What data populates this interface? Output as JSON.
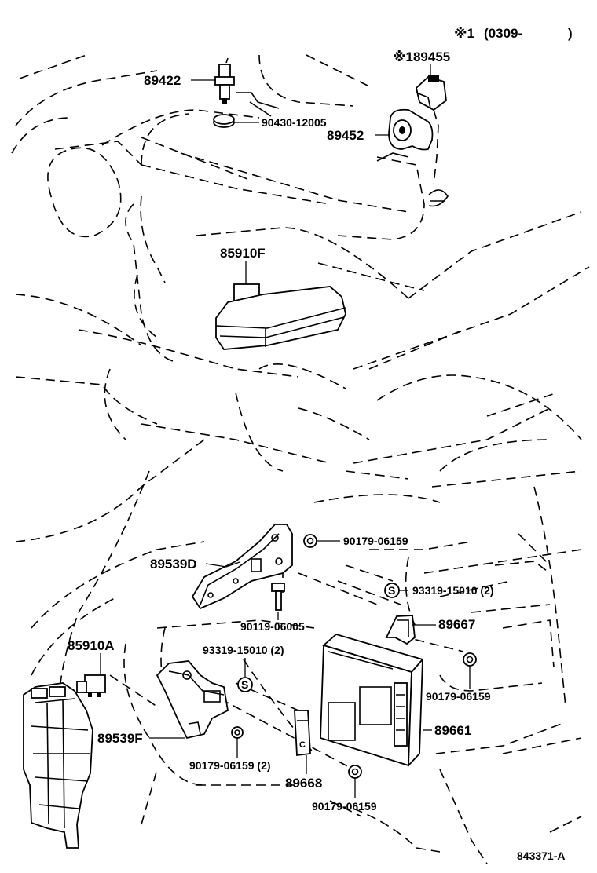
{
  "header_note": {
    "mark": "※1",
    "range": "(0309-",
    "close": ")"
  },
  "parts": {
    "p_189455": "※189455",
    "p_89422": "89422",
    "p_90430_12005": "90430-12005",
    "p_89452": "89452",
    "p_85910F": "85910F",
    "p_90179_06159_a": "90179-06159",
    "p_89539D": "89539D",
    "p_93319_15010_a": "93319-15010 (2)",
    "p_89667": "89667",
    "p_90119_06005": "90119-06005",
    "p_85910A": "85910A",
    "p_93319_15010_b": "93319-15010 (2)",
    "p_90179_06159_b": "90179-06159",
    "p_89539F": "89539F",
    "p_89661": "89661",
    "p_90179_06159_c": "90179-06159 (2)",
    "p_89668": "89668",
    "p_90179_06159_d": "90179-06159"
  },
  "figure_code": "843371-A",
  "icons": {
    "s_marker": "S",
    "c_marker": "C"
  }
}
